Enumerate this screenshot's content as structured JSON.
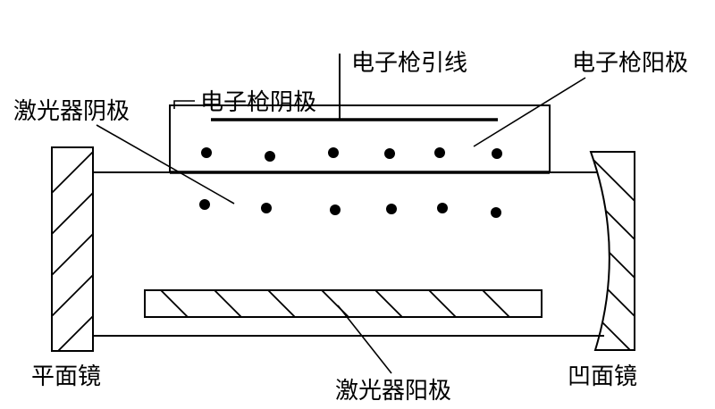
{
  "labels": {
    "gun_lead": "电子枪引线",
    "gun_anode": "电子枪阳极",
    "gun_cathode": "电子枪阴极",
    "laser_cathode": "激光器阴极",
    "flat_mirror": "平面镜",
    "laser_anode": "激光器阳极",
    "concave_mirror": "凹面镜"
  },
  "colors": {
    "stroke": "#000000",
    "background": "#ffffff"
  }
}
